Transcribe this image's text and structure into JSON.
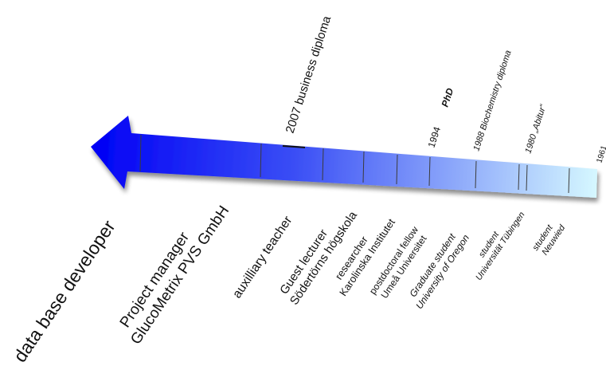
{
  "timeline": {
    "colors": {
      "start": "#0000f5",
      "mid": "#3a4ef5",
      "end": "#d6f8ff",
      "divider": "#3b3b3b"
    },
    "above": [
      {
        "id": "t2007",
        "text": "2007  business diploma"
      },
      {
        "id": "t1994",
        "text": "1994"
      },
      {
        "id": "tphd",
        "text": "PhD"
      },
      {
        "id": "t1988",
        "text": "1988 Biochemistry diploma"
      },
      {
        "id": "t1980",
        "text": "1980 „Abitur“"
      },
      {
        "id": "t1961",
        "text": "1961"
      }
    ],
    "below": [
      {
        "id": "dbdev",
        "lines": [
          "data base developer"
        ]
      },
      {
        "id": "pm",
        "lines": [
          "Project manager",
          "GlucoMetrix PVS GmbH"
        ]
      },
      {
        "id": "aux",
        "lines": [
          "auxilliary teacher"
        ]
      },
      {
        "id": "guest",
        "lines": [
          "Guest lecturer",
          "Södertörns högskola"
        ]
      },
      {
        "id": "res",
        "lines": [
          "researcher",
          "Karolinska Institutet"
        ]
      },
      {
        "id": "postdoc",
        "lines": [
          "postdoctoral fellow",
          "Umeå Universitet"
        ]
      },
      {
        "id": "grad",
        "lines": [
          "Graduate student",
          "University of Oregon"
        ]
      },
      {
        "id": "stud1",
        "lines": [
          "student",
          "Universität Tübingen"
        ]
      },
      {
        "id": "stud2",
        "lines": [
          "student",
          "Neuwied"
        ]
      }
    ]
  }
}
